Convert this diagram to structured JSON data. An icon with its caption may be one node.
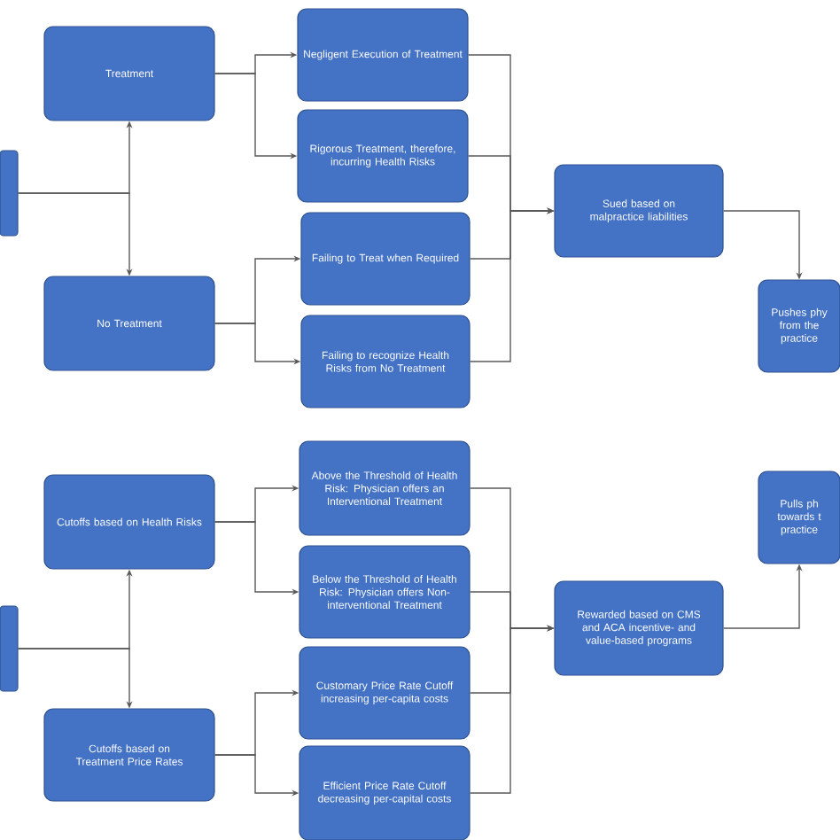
{
  "diagram": {
    "nodes": [
      {
        "text": [],
        "shape": "box"
      },
      {
        "text": [
          "Treatment"
        ]
      },
      {
        "text": [
          "No Treatment"
        ]
      },
      {
        "text": [
          "Negligent Execution of Treatment"
        ]
      },
      {
        "text": [
          "Rigorous Treatment, therefore, incurring Health Risks"
        ]
      },
      {
        "text": [
          "Failing to Treat when Required"
        ]
      },
      {
        "text": [
          "Failing to recognize Health Risks from No Treatment"
        ]
      },
      {
        "text": [
          "Sued based on malpractice liabilities"
        ]
      },
      {
        "text": [
          "Pushes phy from the practice"
        ]
      },
      {
        "text": [],
        "shape": "box"
      },
      {
        "text": [
          "Cutoffs based on Health Risks"
        ]
      },
      {
        "text": [
          "Cutoffs based on Treatment Price Rates"
        ]
      },
      {
        "text": [
          "Above the Threshold of Health Risk: Physician offers an Interventional Treatment"
        ]
      },
      {
        "text": [
          "Below the Threshold of Health Risk: Physician offers Non-interventional Treatment"
        ]
      },
      {
        "text": [
          "Customary Price Rate Cutoff increasing per-capita costs"
        ]
      },
      {
        "text": [
          "Efficient Price Rate Cutoff decreasing per-capital costs"
        ]
      },
      {
        "text": [
          "Rewarded based on CMS and ACA incentive- and value-based programs"
        ]
      },
      {
        "text": [
          "Pulls ph towards t practice"
        ]
      }
    ],
    "edges": [
      {
        "from": 0,
        "to": 1,
        "arrow": "to"
      },
      {
        "from": 0,
        "to": 2,
        "arrow": "to"
      },
      {
        "from": 1,
        "to": 3,
        "arrow": "to"
      },
      {
        "from": 1,
        "to": 4,
        "arrow": "to"
      },
      {
        "from": 2,
        "to": 5,
        "arrow": "to"
      },
      {
        "from": 2,
        "to": 6,
        "arrow": "to"
      },
      {
        "from": 3,
        "to": 7,
        "arrow": "to"
      },
      {
        "from": 4,
        "to": 7,
        "arrow": "to"
      },
      {
        "from": 5,
        "to": 7,
        "arrow": "to"
      },
      {
        "from": 6,
        "to": 7,
        "arrow": "to"
      },
      {
        "from": 7,
        "to": 8,
        "arrow": "to"
      },
      {
        "from": 9,
        "to": 10,
        "arrow": "to"
      },
      {
        "from": 9,
        "to": 11,
        "arrow": "to"
      },
      {
        "from": 10,
        "to": 12,
        "arrow": "to"
      },
      {
        "from": 10,
        "to": 13,
        "arrow": "to"
      },
      {
        "from": 11,
        "to": 14,
        "arrow": "to"
      },
      {
        "from": 11,
        "to": 15,
        "arrow": "to"
      },
      {
        "from": 12,
        "to": 16,
        "arrow": "to"
      },
      {
        "from": 13,
        "to": 16,
        "arrow": "to"
      },
      {
        "from": 14,
        "to": 16,
        "arrow": "to"
      },
      {
        "from": 15,
        "to": 16,
        "arrow": "to"
      },
      {
        "from": 16,
        "to": 17,
        "arrow": "to"
      }
    ]
  }
}
